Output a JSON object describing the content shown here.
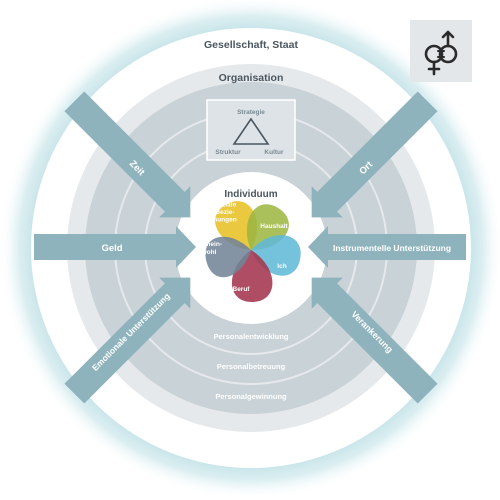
{
  "diagram": {
    "outer_label": "Gesellschaft, Staat",
    "organisation_label": "Organisation",
    "strategy_triangle": {
      "top": "Strategie",
      "left": "Struktur",
      "right": "Kultur"
    },
    "individual_label": "Individuum",
    "petals": [
      {
        "label_lines": [
          "Soziale",
          "Bezie-",
          "hungen"
        ],
        "color": "#e6bd1a"
      },
      {
        "label_lines": [
          "Haushalt"
        ],
        "color": "#97b43a"
      },
      {
        "label_lines": [
          "Ich"
        ],
        "color": "#5ab6d6"
      },
      {
        "label_lines": [
          "Beruf"
        ],
        "color": "#9e2a45"
      },
      {
        "label_lines": [
          "Gemein-",
          "wohl"
        ],
        "color": "#6b7e92"
      }
    ],
    "arrows": {
      "top_left": "Zeit",
      "top_right": "Ort",
      "left": "Geld",
      "right": "Instrumentelle Unterstützung",
      "bottom_left": "Emotionale Unterstützung",
      "bottom_right": "Verankerung"
    },
    "hr_rings": [
      "Personalentwicklung",
      "Personalbetreuung",
      "Personalgewinnung"
    ],
    "colors": {
      "glow": "#a7d2da",
      "outer_ring": "#ffffff",
      "org_ring": "#e6e9eb",
      "inner_ring": "#c9d2d7",
      "arrow": "#8fb3bd",
      "label_dark": "#4a5660"
    },
    "icon": "gender-equality-icon"
  }
}
